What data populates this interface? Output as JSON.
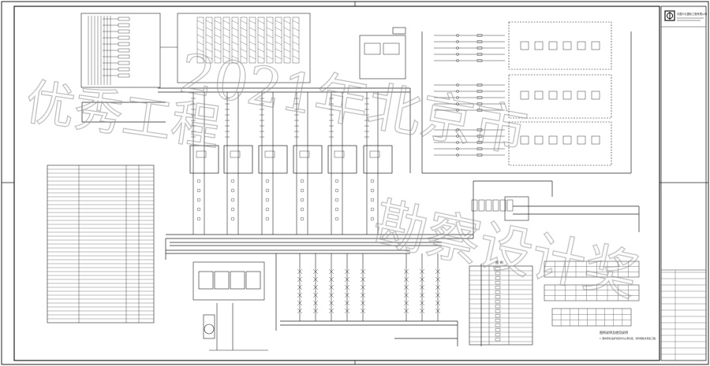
{
  "watermark": {
    "line1": "优秀工程",
    "line2": "2021年北京市",
    "line3": "勘察设计奖"
  },
  "title_block": {
    "company_name": "中国中元国际工程有限公司"
  },
  "notes": {
    "title": "图例说明及使用说明",
    "line1": "1. 图中所标注的管径均为公称直径，管件规格详见施工图。"
  },
  "legend": {
    "heading": "图 例"
  },
  "colors": {
    "line": "#1a1a1a",
    "watermark": "#9a9a9a",
    "paper": "#ffffff"
  }
}
